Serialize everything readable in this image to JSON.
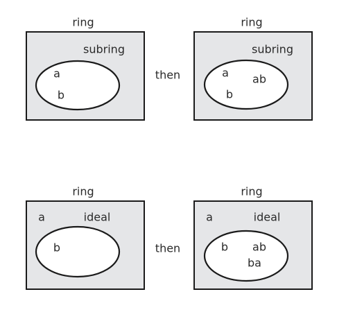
{
  "connector": "then",
  "rows": [
    {
      "left": {
        "outer_label": "ring",
        "inner_label": "subring",
        "outside_items": [],
        "inside_items": [
          "a",
          "b"
        ]
      },
      "right": {
        "outer_label": "ring",
        "inner_label": "subring",
        "outside_items": [],
        "inside_items": [
          "a",
          "ab",
          "b"
        ]
      }
    },
    {
      "left": {
        "outer_label": "ring",
        "inner_label": "ideal",
        "outside_items": [
          "a"
        ],
        "inside_items": [
          "b"
        ]
      },
      "right": {
        "outer_label": "ring",
        "inner_label": "ideal",
        "outside_items": [
          "a"
        ],
        "inside_items": [
          "b",
          "ab",
          "ba"
        ]
      }
    }
  ],
  "colors": {
    "box_fill": "#e5e6e8",
    "stroke": "#1a1a1a",
    "oval_fill": "#ffffff",
    "text": "#2a2a2a"
  }
}
